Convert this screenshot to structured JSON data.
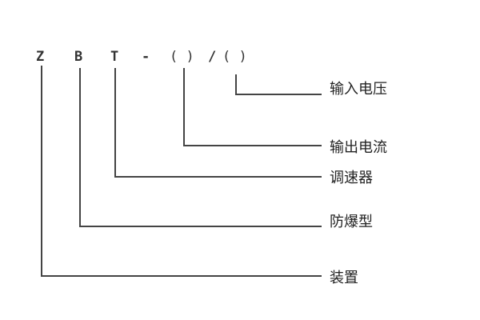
{
  "code": {
    "z": "Z",
    "b": "B",
    "t": "T",
    "dash": "-",
    "paren1": "( )",
    "slash": "/",
    "paren2": "( )"
  },
  "labels": [
    "输入电压",
    "输出电流",
    "调速器",
    "防爆型",
    "装置"
  ]
}
